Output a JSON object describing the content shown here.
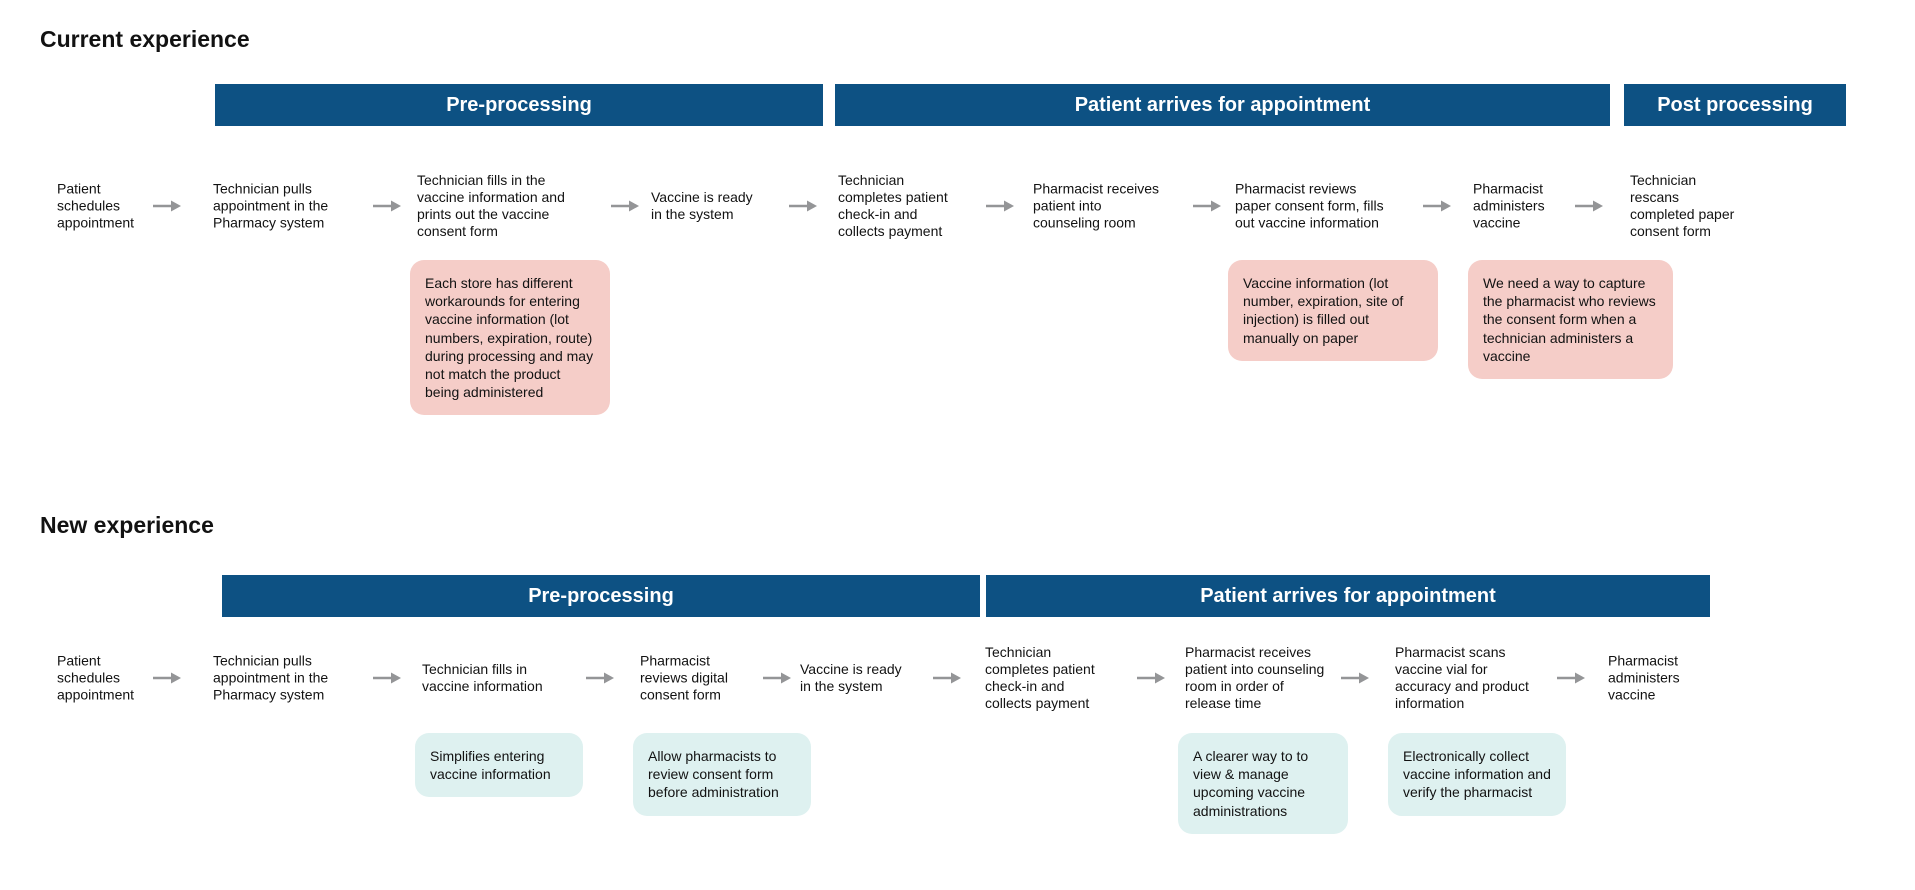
{
  "colors": {
    "phase_bar": "#0d5183",
    "phase_bar_text": "#ffffff",
    "pain_bg": "#f5cdc8",
    "benefit_bg": "#def1f0",
    "arrow_color": "#949597",
    "text_color": "#121212",
    "page_bg": "#ffffff"
  },
  "sections": [
    {
      "title": "Current experience",
      "phases": [
        "Pre-processing",
        "Patient arrives for appointment",
        "Post processing"
      ],
      "steps": [
        "Patient schedules appointment",
        "Technician pulls appointment in the Pharmacy system",
        "Technician fills in the vaccine information and prints out the vaccine consent form",
        "Vaccine is ready in the system",
        "Technician completes patient check-in and collects payment",
        "Pharmacist receives patient into counseling room",
        "Pharmacist reviews paper consent form, fills out vaccine information",
        "Pharmacist administers vaccine",
        "Technician rescans completed paper consent form"
      ],
      "callouts": [
        "Each store has different workarounds for entering vaccine information (lot numbers, expiration, route) during processing and may not match the product being administered",
        "Vaccine information (lot number, expiration, site of injection) is filled out manually on paper",
        "We need a way to capture the pharmacist who reviews the consent form when a technician administers a vaccine"
      ]
    },
    {
      "title": "New experience",
      "phases": [
        "Pre-processing",
        "Patient arrives for appointment"
      ],
      "steps": [
        "Patient schedules appointment",
        "Technician pulls appointment in the Pharmacy system",
        "Technician fills in vaccine information",
        "Pharmacist reviews digital consent form",
        "Vaccine is ready in the system",
        "Technician completes patient check-in and collects payment",
        "Pharmacist receives patient into counseling room in order of release time",
        "Pharmacist scans vaccine vial for accuracy and product information",
        "Pharmacist administers vaccine"
      ],
      "callouts": [
        "Simplifies entering vaccine information",
        "Allow pharmacists to review consent form before administration",
        "A clearer way to to view & manage upcoming vaccine administrations",
        "Electronically collect vaccine information and verify the pharmacist"
      ]
    }
  ]
}
